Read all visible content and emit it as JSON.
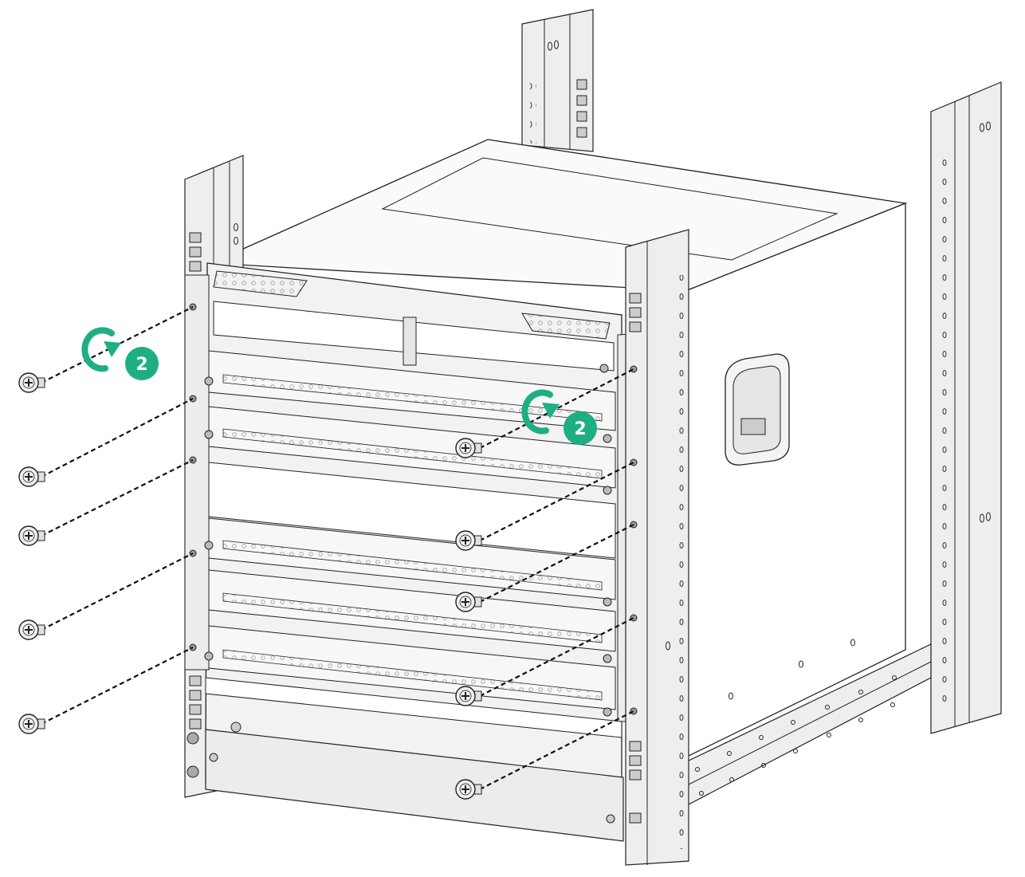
{
  "figure": {
    "background": "#ffffff",
    "accent_color": "#1fae84",
    "line_color": "#1a1a1a",
    "metal_fill": "#eeeeee",
    "metal_dark": "#d2d2d2"
  },
  "callouts": [
    {
      "label": "2",
      "icon": "rotate-clockwise-icon"
    },
    {
      "label": "2",
      "icon": "rotate-clockwise-icon"
    }
  ],
  "screws": {
    "left_count": 5,
    "right_count": 5,
    "icon": "phillips-screw-icon"
  },
  "chassis": {
    "card_slots": 6,
    "rails": 4
  }
}
